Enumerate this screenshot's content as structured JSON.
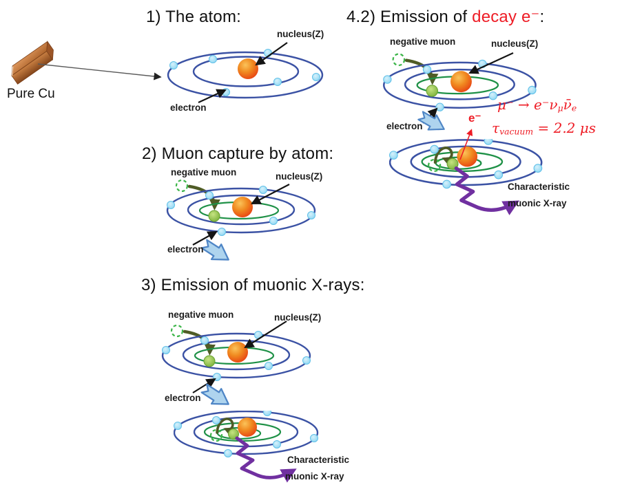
{
  "colors": {
    "orbit_blue": "#3b52a4",
    "orbit_green": "#1f9147",
    "electron_blue": "#9bdcf5",
    "muon_green": "#7db73c",
    "nucleus_orange": "#f07818",
    "dashed_muon_green": "#3cb549",
    "capture_arrow_olive": "#4f5c26",
    "block_arrow_fill": "#aed4ee",
    "block_arrow_stroke": "#4f86c6",
    "xray_purple": "#7030a0",
    "accent_red": "#ee1c25",
    "copper_brown": "#b2682f"
  },
  "source": {
    "material_label": "Pure Cu"
  },
  "sections": {
    "s1": {
      "title": "1) The atom:",
      "nucleus_label": "nucleus(Z)",
      "electron_label": "electron"
    },
    "s2": {
      "title": "2) Muon capture by atom:",
      "negative_muon_label": "negative muon",
      "nucleus_label": "nucleus(Z)",
      "electron_label": "electron"
    },
    "s3": {
      "title": "3) Emission of muonic X-rays:",
      "negative_muon_label": "negative muon",
      "nucleus_label": "nucleus(Z)",
      "electron_label": "electron",
      "xray_label_line1": "Characteristic",
      "xray_label_line2": "muonic X-ray"
    },
    "s42": {
      "title_prefix": "4.2) Emission of ",
      "title_highlight": "decay e⁻",
      "title_suffix": ":",
      "negative_muon_label": "negative muon",
      "nucleus_label": "nucleus(Z)",
      "electron_label": "electron",
      "decay_electron_label": "e⁻",
      "formula_decay": {
        "lhs": "μ⁻ → e⁻",
        "nu": "ν",
        "nu_sub": "μ",
        "nubar": "ν̄",
        "nubar_sub": "e"
      },
      "formula_lifetime": {
        "tau": "τ",
        "tau_sub": "vacuum",
        "value": " = 2.2 μs"
      },
      "xray_label_line1": "Characteristic",
      "xray_label_line2": "muonic X-ray"
    }
  }
}
